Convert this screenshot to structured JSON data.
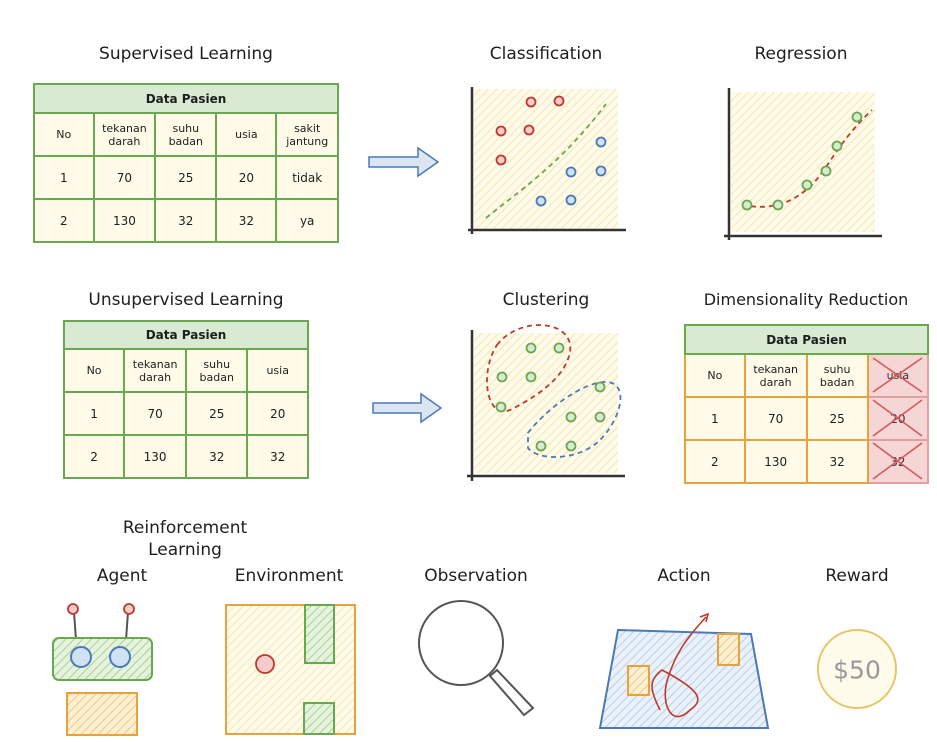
{
  "titles": {
    "supervised": "Supervised Learning",
    "classification": "Classification",
    "regression": "Regression",
    "unsupervised": "Unsupervised Learning",
    "clustering": "Clustering",
    "dimred": "Dimensionality Reduction",
    "reinforcement": "Reinforcement Learning",
    "agent": "Agent",
    "environment": "Environment",
    "observation": "Observation",
    "action": "Action",
    "reward": "Reward"
  },
  "table_supervised": {
    "title": "Data Pasien",
    "headers": [
      "No",
      "tekanan darah",
      "suhu badan",
      "usia",
      "sakit jantung"
    ],
    "rows": [
      [
        "1",
        "70",
        "25",
        "20",
        "tidak"
      ],
      [
        "2",
        "130",
        "32",
        "32",
        "ya"
      ]
    ]
  },
  "table_unsupervised": {
    "title": "Data Pasien",
    "headers": [
      "No",
      "tekanan darah",
      "suhu badan",
      "usia"
    ],
    "rows": [
      [
        "1",
        "70",
        "25",
        "20"
      ],
      [
        "2",
        "130",
        "32",
        "32"
      ]
    ]
  },
  "table_dimred": {
    "title": "Data Pasien",
    "headers": [
      "No",
      "tekanan darah",
      "suhu badan",
      "usia"
    ],
    "rows": [
      [
        "1",
        "70",
        "25",
        "20"
      ],
      [
        "2",
        "130",
        "32",
        "32"
      ]
    ]
  },
  "reward_value": "$50",
  "colors": {
    "green": "#6aa84f",
    "red": "#c0392b",
    "blue": "#4a7ab5",
    "yellow_fill": "#fff6d9",
    "orange": "#e6a23c"
  }
}
